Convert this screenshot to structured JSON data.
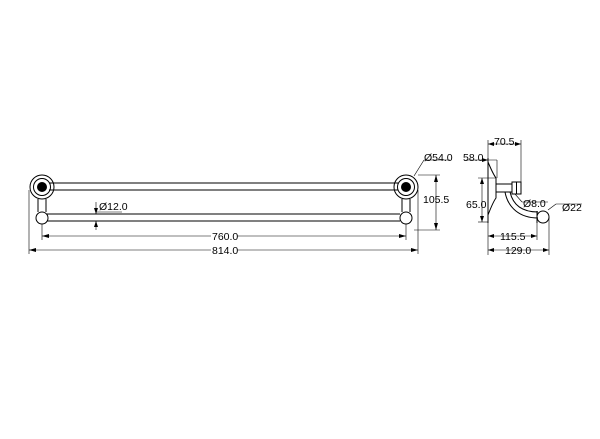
{
  "front_view": {
    "overall_length": "814.0",
    "bar_length": "760.0",
    "bar_diameter": "Ø12.0",
    "bracket_diameter": "Ø54.0",
    "bracket_height": "105.5"
  },
  "side_view": {
    "width_top": "70.5",
    "bracket_width": "58.0",
    "bracket_height": "65.0",
    "upper_bar_diameter": "Ø8.0",
    "lower_bar_diameter": "Ø22",
    "depth_lower": "115.5",
    "depth_overall": "129.0"
  }
}
